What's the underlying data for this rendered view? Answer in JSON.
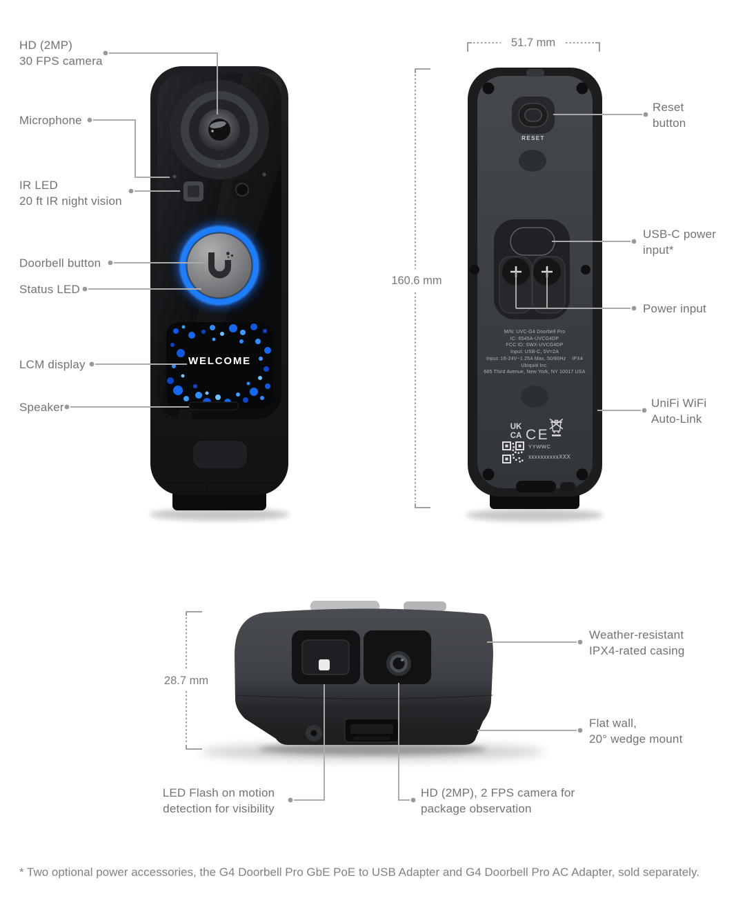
{
  "front_view": {
    "screen_text": "WELCOME",
    "callouts": {
      "camera": "HD (2MP)\n30 FPS camera",
      "microphone": "Microphone",
      "ir_led": "IR LED\n20 ft IR night vision",
      "doorbell_button": "Doorbell button",
      "status_led": "Status LED",
      "lcm_display": "LCM display",
      "speaker": "Speaker"
    }
  },
  "back_view": {
    "dimension_width": "51.7 mm",
    "dimension_height": "160.6 mm",
    "reset_button_text": "RESET",
    "regulatory_text": "M/N: UVC-G4 Doorbell Pro\nIC: 6545A-UVCG4DP\nFCC ID: SWX-UVCG4DP\nInput: USB-C, 5V=2A\nInput: 16-24V~1.25A Max, 50/60Hz    IPX4\nUbiquiti Inc.\n685 Third Avenue, New York, NY 10017 USA",
    "marks": {
      "ukca_line1": "UK",
      "ukca_line2": "CA",
      "ce": "CE",
      "serial_line1": "YYWWC",
      "serial_line2": "xxxxxxxxxxXXX"
    },
    "callouts": {
      "reset": "Reset\nbutton",
      "usb_c": "USB-C power\ninput*",
      "power_input": "Power input",
      "unifi": "UniFi WiFi\nAuto-Link"
    }
  },
  "bottom_view": {
    "dimension_height": "28.7 mm",
    "callouts": {
      "weather": "Weather-resistant\nIPX4-rated casing",
      "flat_wall": "Flat wall,\n20° wedge mount",
      "led_flash": "LED Flash on motion\ndetection for visibility",
      "package_camera": "HD (2MP), 2 FPS camera for\npackage observation"
    }
  },
  "footnote": "* Two optional power accessories, the G4 Doorbell Pro GbE PoE to USB Adapter and G4 Doorbell Pro AC Adapter, sold separately.",
  "colors": {
    "accent_blue": "#1d86ff",
    "label_gray": "#707376",
    "line_gray": "#a9abad",
    "device_dark": "#17181b",
    "device_back_panel": "#3c4044"
  }
}
